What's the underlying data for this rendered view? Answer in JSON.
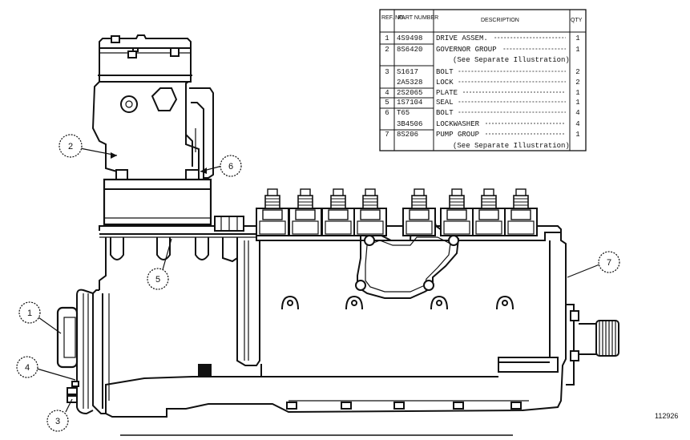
{
  "parts_table": {
    "headers": {
      "ref_no": "REF. NO.",
      "part_number": "PART NUMBER",
      "description": "DESCRIPTION",
      "qty": "QTY"
    },
    "rows": [
      {
        "ref": "1",
        "part": "4S9498",
        "desc": "DRIVE ASSEM.",
        "qty": "1"
      },
      {
        "ref": "2",
        "part": "8S6420",
        "desc": "GOVERNOR GROUP",
        "qty": "1"
      },
      {
        "ref": "",
        "part": "",
        "desc": "(See Separate Illustration)",
        "qty": ""
      },
      {
        "ref": "3",
        "part": "S1617",
        "desc": "BOLT",
        "qty": "2"
      },
      {
        "ref": "",
        "part": "2A5328",
        "desc": "LOCK",
        "qty": "2"
      },
      {
        "ref": "4",
        "part": "2S2065",
        "desc": "PLATE",
        "qty": "1"
      },
      {
        "ref": "5",
        "part": "1S7104",
        "desc": "SEAL",
        "qty": "1"
      },
      {
        "ref": "6",
        "part": "T65",
        "desc": "BOLT",
        "qty": "4"
      },
      {
        "ref": "",
        "part": "3B4506",
        "desc": "LOCKWASHER",
        "qty": "4"
      },
      {
        "ref": "7",
        "part": "8S206",
        "desc": "PUMP GROUP",
        "qty": "1"
      },
      {
        "ref": "",
        "part": "",
        "desc": "(See Separate Illustration)",
        "qty": ""
      }
    ]
  },
  "callouts": [
    "1",
    "2",
    "3",
    "4",
    "5",
    "6",
    "7"
  ],
  "figure_id": "112926"
}
